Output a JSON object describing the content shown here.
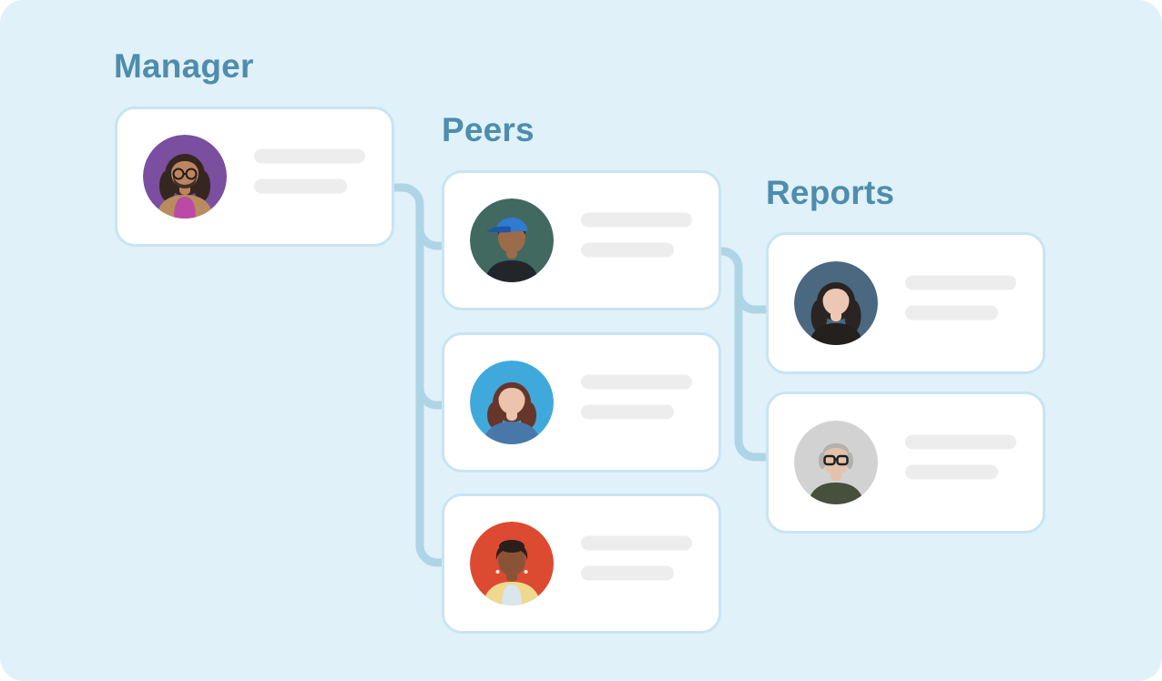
{
  "diagram_title": "Org chart mock: manager, peers and reports placeholder cards",
  "theme": {
    "panel_bg": "#e0f1f9",
    "heading_color": "#4e8dac",
    "card_bg": "#ffffff",
    "card_border": "#c9e4f1",
    "connector_color": "#aed5e6",
    "placeholder_bar_color": "#ededed"
  },
  "manager": {
    "heading": "Manager",
    "cards": [
      {
        "avatar": {
          "alt": "man with shoulder-length dark hair, glasses and beard on purple backdrop",
          "bg": "#7a4fa0",
          "skin": "#bc8560",
          "hair": "#35271f",
          "shirt": "#b98c5f",
          "accent": "#bb4aa6",
          "detail": "#241c18"
        }
      }
    ]
  },
  "peers": {
    "heading": "Peers",
    "cards": [
      {
        "avatar": {
          "alt": "young man wearing a blue cap on dark teal backdrop",
          "bg": "#41695f",
          "skin": "#9c6b4a",
          "hair": "#1d1713",
          "shirt": "#22262b",
          "accent": "#2f7bd1",
          "detail": "#1e56a8"
        }
      },
      {
        "avatar": {
          "alt": "woman with wavy auburn hair on sky-blue backdrop",
          "bg": "#3fa9dc",
          "skin": "#ecc3ad",
          "hair": "#67362b",
          "shirt": "#4878a9"
        }
      },
      {
        "avatar": {
          "alt": "smiling woman with short curly hair and yellow jacket on red backdrop",
          "bg": "#dd4a32",
          "skin": "#8a5335",
          "hair": "#2b1f1c",
          "shirt": "#eed98e",
          "accent": "#d9e6ee",
          "detail": "#f3efe6"
        }
      }
    ]
  },
  "reports": {
    "heading": "Reports",
    "cards": [
      {
        "avatar": {
          "alt": "woman with long dark hair on slate-blue backdrop",
          "bg": "#4a6880",
          "skin": "#ecc8b4",
          "hair": "#2a2522",
          "shirt": "#23201d"
        }
      },
      {
        "avatar": {
          "alt": "older man with gray hair and dark glasses on light gray backdrop",
          "bg": "#d2d2d2",
          "skin": "#e2c2aa",
          "hair": "#b3b1ae",
          "shirt": "#46503c",
          "detail": "#1f1f1f"
        }
      }
    ]
  }
}
